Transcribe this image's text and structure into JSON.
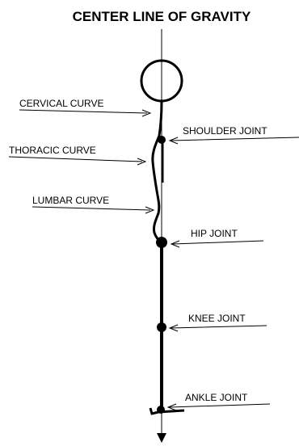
{
  "title": "CENTER LINE OF GRAVITY",
  "labels": {
    "cervical": "CERVICAL CURVE",
    "thoracic": "THORACIC CURVE",
    "lumbar": "LUMBAR CURVE",
    "shoulder": "SHOULDER JOINT",
    "hip": "HIP JOINT",
    "knee": "KNEE JOINT",
    "ankle": "ANKLE JOINT"
  }
}
